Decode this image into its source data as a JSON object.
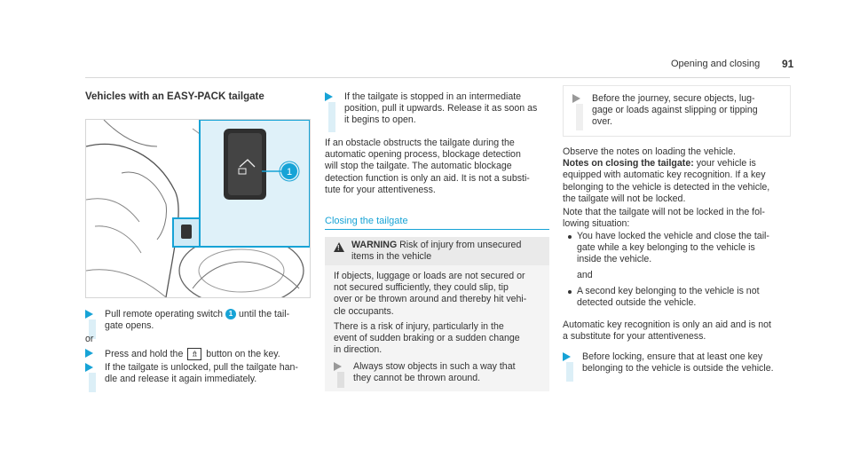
{
  "header": {
    "section": "Opening and closing",
    "page_number": "91"
  },
  "col1": {
    "title": "Vehicles with an EASY-PACK tailgate",
    "callout": "1",
    "step1": {
      "a": "Pull remote operating switch",
      "badge": "1",
      "b": "until the tail-",
      "c": "gate opens."
    },
    "or": "or",
    "step2": {
      "a": "Press and hold the",
      "icon": "⇯",
      "b": "button on the key."
    },
    "step3": {
      "a": "If the tailgate is unlocked, pull the tailgate han-",
      "b": "dle and release it again immediately."
    }
  },
  "col2": {
    "step1": [
      "If the tailgate is stopped in an intermediate",
      "position, pull it upwards. Release it as soon as",
      "it begins to open."
    ],
    "para": [
      "If an obstacle obstructs the tailgate during the",
      "automatic opening process, blockage detection",
      "will stop the tailgate. The automatic blockage",
      "detection function is only an aid. It is not a substi-",
      "tute for your attentiveness."
    ],
    "closing_heading": "Closing the tailgate",
    "warning": {
      "label": "WARNING",
      "head_a": "Risk of injury from unsecured",
      "head_b": "items in the vehicle",
      "p1": [
        "If objects, luggage or loads are not secured or",
        "not secured sufficiently, they could slip, tip",
        "over or be thrown around and thereby hit vehi-",
        "cle occupants."
      ],
      "p2": [
        "There is a risk of injury, particularly in the",
        "event of sudden braking or a sudden change",
        "in direction."
      ],
      "step": [
        "Always stow objects in such a way that",
        "they cannot be thrown around."
      ]
    }
  },
  "col3": {
    "step1": [
      "Before the journey, secure objects, lug-",
      "gage or loads against slipping or tipping",
      "over."
    ],
    "observe": "Observe the notes on loading the vehicle.",
    "notes_bold": "Notes on closing the tailgate:",
    "notes": [
      "your vehicle is",
      "equipped with automatic key recognition. If a key",
      "belonging to the vehicle is detected in the vehicle,",
      "the tailgate will not be locked."
    ],
    "note2": [
      "Note that the tailgate will not be locked in the fol-",
      "lowing situation:"
    ],
    "bullet1": [
      "You have locked the vehicle and close the tail-",
      "gate while a key belonging to the vehicle is",
      "inside the vehicle."
    ],
    "and": "and",
    "bullet2": [
      "A second key belonging to the vehicle is not",
      "detected outside the vehicle."
    ],
    "auto": [
      "Automatic key recognition is only an aid and is not",
      "a substitute for your attentiveness."
    ],
    "step2": [
      "Before locking, ensure that at least one key",
      "belonging to the vehicle is outside the vehicle."
    ]
  }
}
